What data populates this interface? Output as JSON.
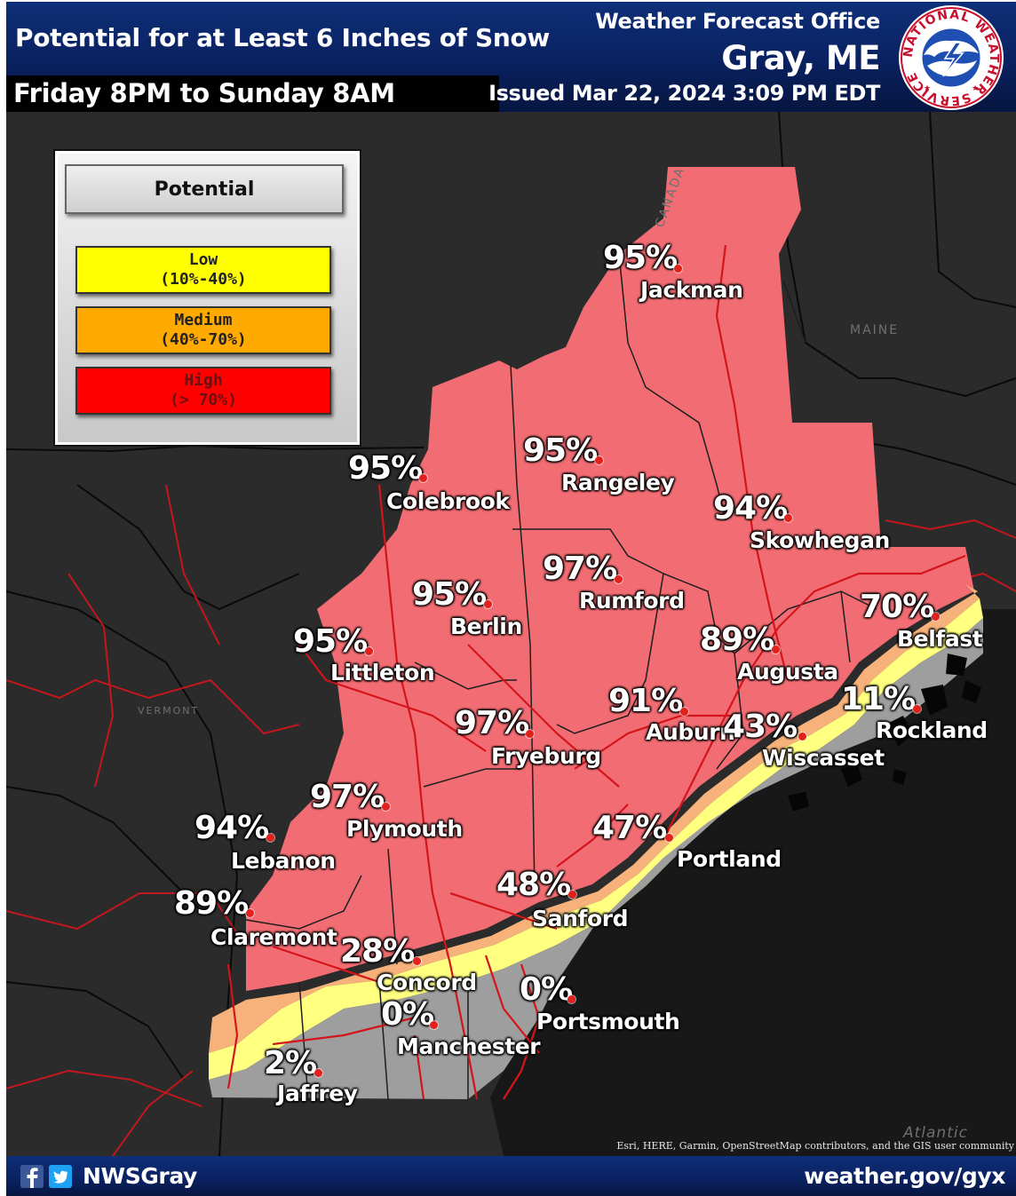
{
  "header": {
    "title": "Potential for at Least 6 Inches of Snow",
    "subtitle": "Friday 8PM to Sunday 8AM",
    "office": "Weather Forecast Office",
    "location": "Gray, ME",
    "issued": "Issued Mar 22, 2024 3:09 PM EDT"
  },
  "legend": {
    "title": "Potential",
    "items": [
      {
        "name": "Low",
        "range": "(10%-40%)",
        "color": "#ffff00"
      },
      {
        "name": "Medium",
        "range": "(40%-70%)",
        "color": "#ffaa00"
      },
      {
        "name": "High",
        "range": "(> 70%)",
        "color": "#ff0000"
      }
    ]
  },
  "colors": {
    "high_fill": "#f26d73",
    "medium_fill": "#f6b27a",
    "low_fill": "#ffff80",
    "none_fill": "#9e9e9e",
    "land": "#2f2f2f",
    "roads": "#d3151b",
    "header_blue": "#0a2160"
  },
  "locations": [
    {
      "name": "Jackman",
      "probability": "95%"
    },
    {
      "name": "Colebrook",
      "probability": "95%"
    },
    {
      "name": "Rangeley",
      "probability": "95%"
    },
    {
      "name": "Skowhegan",
      "probability": "94%"
    },
    {
      "name": "Berlin",
      "probability": "95%"
    },
    {
      "name": "Rumford",
      "probability": "97%"
    },
    {
      "name": "Littleton",
      "probability": "95%"
    },
    {
      "name": "Belfast",
      "probability": "70%"
    },
    {
      "name": "Augusta",
      "probability": "89%"
    },
    {
      "name": "Rockland",
      "probability": "11%"
    },
    {
      "name": "Fryeburg",
      "probability": "97%"
    },
    {
      "name": "Auburn",
      "probability": "91%"
    },
    {
      "name": "Wiscasset",
      "probability": "43%"
    },
    {
      "name": "Plymouth",
      "probability": "97%"
    },
    {
      "name": "Lebanon",
      "probability": "94%"
    },
    {
      "name": "Portland",
      "probability": "47%"
    },
    {
      "name": "Sanford",
      "probability": "48%"
    },
    {
      "name": "Claremont",
      "probability": "89%"
    },
    {
      "name": "Concord",
      "probability": "28%"
    },
    {
      "name": "Portsmouth",
      "probability": "0%"
    },
    {
      "name": "Manchester",
      "probability": "0%"
    },
    {
      "name": "Jaffrey",
      "probability": "2%"
    }
  ],
  "map_labels": {
    "canada": "CANADA",
    "maine": "MAINE",
    "vermont": "VERMONT",
    "atlantic": "Atlantic"
  },
  "attribution": "Esri, HERE, Garmin, OpenStreetMap contributors, and the GIS user community",
  "footer": {
    "handle": "NWSGray",
    "url": "weather.gov/gyx"
  },
  "logo": {
    "icon": "nws-logo-icon",
    "text": "NATIONAL WEATHER SERVICE"
  }
}
